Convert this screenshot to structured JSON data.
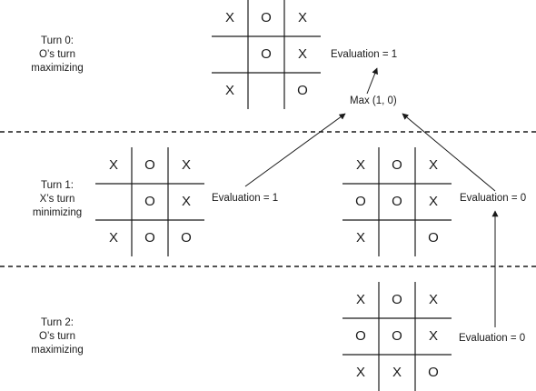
{
  "turns": [
    {
      "lines": [
        "Turn 0:",
        "O’s turn",
        "maximizing"
      ]
    },
    {
      "lines": [
        "Turn 1:",
        "X’s turn",
        "minimizing"
      ]
    },
    {
      "lines": [
        "Turn 2:",
        "O’s turn",
        "maximizing"
      ]
    }
  ],
  "boards": [
    {
      "cells": [
        "X",
        "O",
        "X",
        "",
        "O",
        "X",
        "X",
        "",
        "O"
      ]
    },
    {
      "cells": [
        "X",
        "O",
        "X",
        "",
        "O",
        "X",
        "X",
        "O",
        "O"
      ]
    },
    {
      "cells": [
        "X",
        "O",
        "X",
        "O",
        "O",
        "X",
        "X",
        "",
        "O"
      ]
    },
    {
      "cells": [
        "X",
        "O",
        "X",
        "O",
        "O",
        "X",
        "X",
        "X",
        "O"
      ]
    }
  ],
  "annotations": {
    "root_eval": "Evaluation = 1",
    "max_label": "Max (1, 0)",
    "left_eval": "Evaluation = 1",
    "right_eval": "Evaluation = 0",
    "leaf_eval": "Evaluation = 0"
  },
  "colors": {
    "line": "#1a1a1a",
    "text": "#1a1a1a"
  }
}
